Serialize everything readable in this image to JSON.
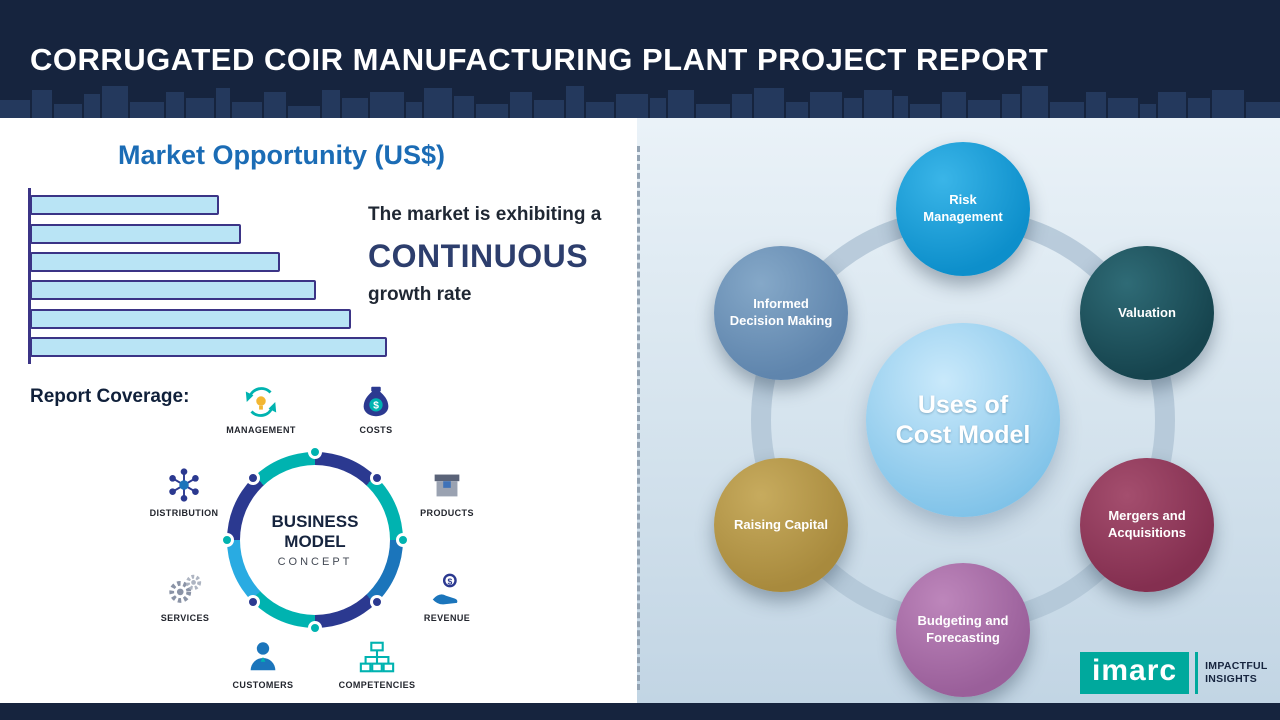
{
  "header": {
    "title": "CORRUGATED COIR MANUFACTURING PLANT PROJECT REPORT"
  },
  "left": {
    "section_title": "Market Opportunity (US$)",
    "growth": {
      "line1": "The market is exhibiting a",
      "line2": "CONTINUOUS",
      "line3": "growth rate"
    },
    "report_coverage_label": "Report Coverage:",
    "business_model": {
      "center_line1": "BUSINESS",
      "center_line2": "MODEL",
      "center_line3": "CONCEPT",
      "items": [
        {
          "label": "MANAGEMENT",
          "icon": "recycle-idea-icon"
        },
        {
          "label": "COSTS",
          "icon": "money-bag-icon"
        },
        {
          "label": "DISTRIBUTION",
          "icon": "network-icon"
        },
        {
          "label": "PRODUCTS",
          "icon": "product-box-icon"
        },
        {
          "label": "SERVICES",
          "icon": "gears-icon"
        },
        {
          "label": "REVENUE",
          "icon": "hand-coin-icon"
        },
        {
          "label": "CUSTOMERS",
          "icon": "person-icon"
        },
        {
          "label": "COMPETENCIES",
          "icon": "org-chart-icon"
        }
      ]
    }
  },
  "chart_data": {
    "type": "bar",
    "orientation": "horizontal",
    "title": "Market Opportunity (US$)",
    "categories": [
      "",
      "",
      "",
      "",
      "",
      ""
    ],
    "values": [
      53,
      59,
      70,
      80,
      90,
      100
    ],
    "ylim": [
      0,
      100
    ],
    "grid": false,
    "legend": false,
    "bar_fill": "#b9e4f5",
    "bar_border": "#3b3486"
  },
  "right": {
    "center": {
      "line1": "Uses of",
      "line2": "Cost Model",
      "color": "#7fc2e8",
      "light": "#c9e9fb"
    },
    "nodes": [
      {
        "label": "Risk Management",
        "color": "#0d8fcb",
        "light": "#3ab5e8"
      },
      {
        "label": "Valuation",
        "color": "#16444e",
        "light": "#2f6b76"
      },
      {
        "label": "Mergers and Acquisitions",
        "color": "#842f50",
        "light": "#a44e6e"
      },
      {
        "label": "Budgeting and Forecasting",
        "color": "#9a5f9a",
        "light": "#bd86bb"
      },
      {
        "label": "Raising Capital",
        "color": "#a88a3d",
        "light": "#c7ab5e"
      },
      {
        "label": "Informed Decision Making",
        "color": "#5f85ad",
        "light": "#85a8c8"
      }
    ]
  },
  "footer_logo": {
    "brand": "imarc",
    "tagline_line1": "IMPACTFUL",
    "tagline_line2": "INSIGHTS"
  }
}
